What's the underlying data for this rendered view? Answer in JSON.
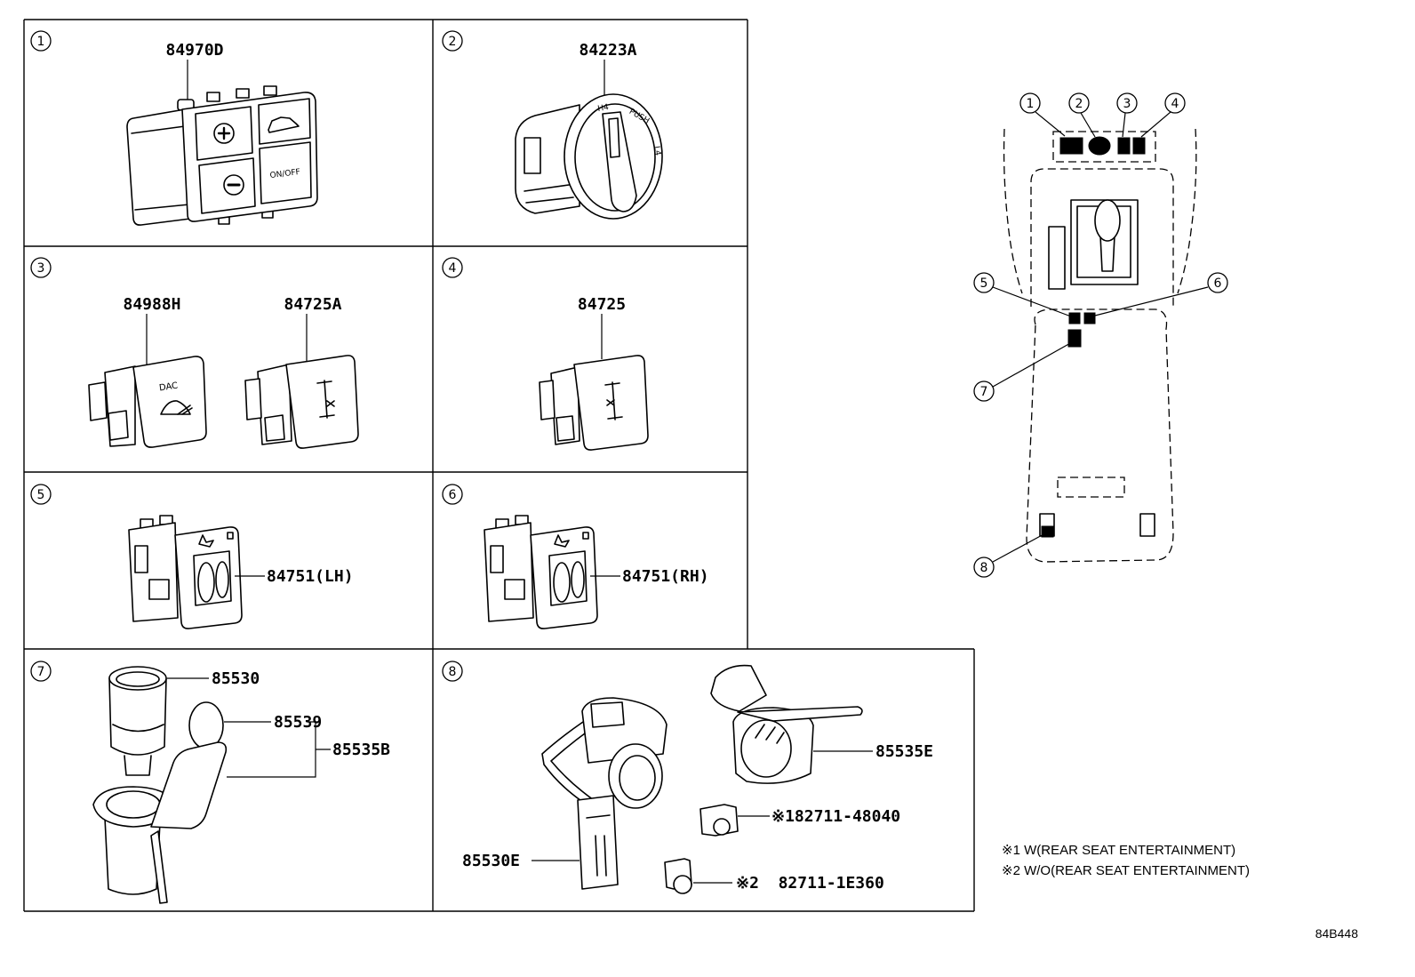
{
  "cells": {
    "c1": {
      "number": "1",
      "part": "84970D",
      "button_text": "ON/OFF"
    },
    "c2": {
      "number": "2",
      "part": "84223A",
      "pos_h4": "H4",
      "push": "PUSH",
      "pos_l4": "L4"
    },
    "c3": {
      "number": "3",
      "part_a": "84988H",
      "part_b": "84725A",
      "dac": "DAC"
    },
    "c4": {
      "number": "4",
      "part": "84725"
    },
    "c5": {
      "number": "5",
      "part": "84751(LH)"
    },
    "c6": {
      "number": "6",
      "part": "84751(RH)"
    },
    "c7": {
      "number": "7",
      "part_socket": "85530",
      "part_cap": "85539",
      "part_assy": "85535B"
    },
    "c8": {
      "number": "8",
      "part_socket": "85530E",
      "part_assy": "85535E",
      "clip_1": "※182711-48040",
      "clip_2": "※2  82711-1E360"
    }
  },
  "console": {
    "callouts": [
      "1",
      "2",
      "3",
      "4",
      "5",
      "6",
      "7",
      "8"
    ]
  },
  "notes": [
    "※1 W(REAR SEAT ENTERTAINMENT)",
    "※2 W/O(REAR SEAT ENTERTAINMENT)"
  ],
  "figure_id": "84B448",
  "colors": {
    "line": "#000000",
    "background": "#ffffff"
  }
}
